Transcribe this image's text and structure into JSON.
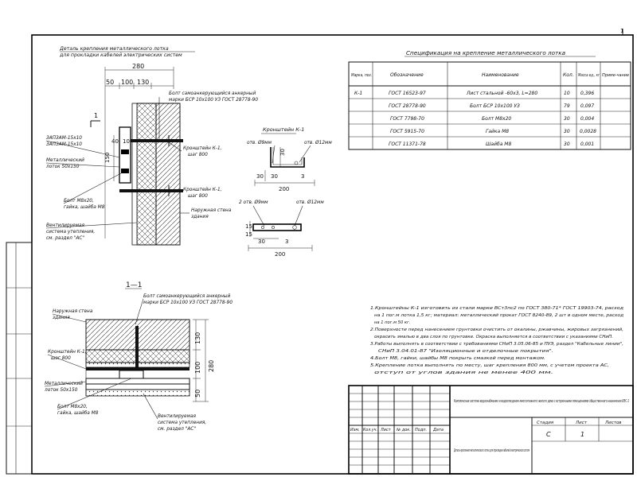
{
  "detail_title": {
    "line1": "Деталь крепления металлического лотка",
    "line2": "для прокладки кабелей электрических систем"
  },
  "spec": {
    "title": "Спецификация на крепление металлического лотка",
    "headers": [
      "Марка, поз.",
      "Обозначение",
      "Наименование",
      "Кол.",
      "Масса ед., кг",
      "Приме-чание"
    ],
    "rows": [
      [
        "К-1",
        "ГОСТ 16523-97",
        "Лист стальной -60х3, L=280",
        "10",
        "0,396",
        ""
      ],
      [
        "",
        "ГОСТ 28778-90",
        "Болт БСР 10х100 УЗ",
        "79",
        "0,097",
        ""
      ],
      [
        "",
        "ГОСТ 7798-70",
        "Болт М8х20",
        "30",
        "0,004",
        ""
      ],
      [
        "",
        "ГОСТ 5915-70",
        "Гайка М8",
        "30",
        "0,0028",
        ""
      ],
      [
        "",
        "ГОСТ 11371-78",
        "Шайба М8",
        "30",
        "0,001",
        ""
      ]
    ]
  },
  "upper_detail": {
    "dims": [
      "280",
      "50",
      "100",
      "130",
      "40",
      "10",
      "150"
    ],
    "marker": "1",
    "labels": {
      "bolt_top": [
        "Болт самоанкерующийся анкерный",
        "марки БСР 10х100 УЗ ГОСТ 28778-90"
      ],
      "ms_left": [
        "ЗАПЗАМ-15х10",
        "ЗАПЗАМ-15х10"
      ],
      "metal_tray": [
        "Металлический",
        "лоток 50х150"
      ],
      "bracket_k1": [
        "Кронштейн К-1,",
        "шаг 800"
      ],
      "bracket_k1b": [
        "Кронштейн К-1,",
        "шаг 800"
      ],
      "outer_wall": [
        "Наружная стена",
        "здания"
      ],
      "bolt_m8": [
        "Болт М8х20,",
        "гайка, шайба М8"
      ],
      "insulation": [
        "Вентилируемая",
        "система утепления,",
        "см. раздел \"АС\""
      ]
    }
  },
  "bracket_drawing": {
    "title": "Кронштейн К-1",
    "hole_left": "отв. Ø9мм",
    "hole_right": "отв. Ø12мм",
    "hole_left_b": "2 отв. Ø9мм",
    "hole_right_b": "отв. Ø12мм",
    "dims": [
      "30",
      "30",
      "30",
      "3",
      "200",
      "15",
      "15",
      "30",
      "3",
      "200"
    ]
  },
  "section": {
    "title": "1—1",
    "dims": [
      "50",
      "100",
      "130",
      "280"
    ],
    "labels": {
      "bolt": [
        "Болт самоанкерующийся анкерный",
        "марки БСР 10х100 УЗ ГОСТ 28778-90"
      ],
      "outer_wall": [
        "Наружная стена",
        "здания"
      ],
      "bracket": [
        "Кронштейн К-1,",
        "шаг 800"
      ],
      "tray": [
        "Металлический",
        "лоток 50х150"
      ],
      "bolt_m8": [
        "Болт М8х20,",
        "гайка, шайба М8"
      ],
      "insulation": [
        "Вентилируемая",
        "система утепления,",
        "см. раздел \"АС\""
      ]
    }
  },
  "notes": [
    "1.Кронштейны К-1 изготовить из стали марки ВСт3пс2 по ГОСТ 380-71* ГОСТ 19903-74, расход",
    "на 1 пог.м лотка 1,5 кг; материал: металлический прокат ГОСТ 8240-89, 2 шт в одном месте, расход",
    "на 1 пог.м 50 кг.",
    "2.Поверхности перед нанесением грунтовки очистить от окалины, ржавчины, жировых загрязнений,",
    "окрасить эмалью в два слоя по грунтовке. Окраска выполняется в соответствии с указаниями СНиП.",
    "3.Работы выполнять в соответствии с требованиями СНиП 3.05.06-85 и ПУЭ, раздел \"Кабельные линии\",",
    "СНиП 3.04.01-87 \"Изоляционные и отделочные покрытия\".",
    "4.Болт М8, гайки, шайбы М8 покрыть смазкой перед монтажом.",
    "5.Крепление лотка выполнять по месту, шаг крепления 800 мм, с учетом проекта АС,",
    "отступ от углов здания не менее 400 мм."
  ],
  "title_block": {
    "project": "Комплексная система водоснабжения и водоотведения многоэтажного жилого дома с встроенными помещениями общественного назначения ИЭС-1",
    "stage_header": "Стадия",
    "sheet_header": "Лист",
    "sheets_header": "Листов",
    "stage": "С",
    "sheet": "1",
    "sheets": "",
    "revision_headers": [
      "Изм.",
      "Кол.уч.",
      "Лист",
      "№ док.",
      "Подп.",
      "Дата"
    ],
    "drawing_name": "Деталь крепления металлического лотка для прокладки кабелей электрических систем",
    "corner_mark": "1"
  }
}
